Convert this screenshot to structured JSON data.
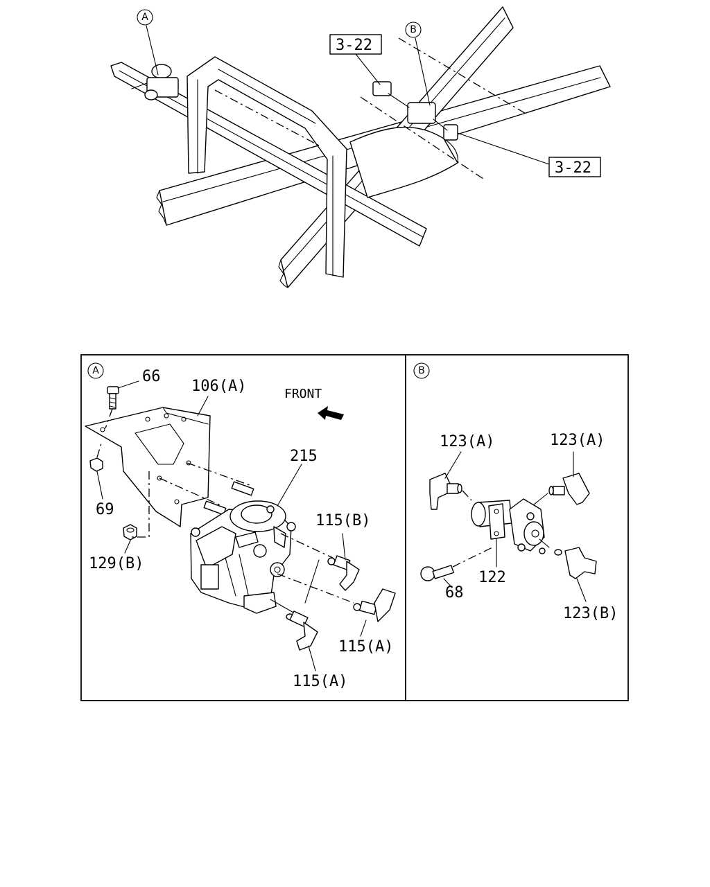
{
  "overview": {
    "callout_a": "A",
    "callout_b": "B",
    "ref_top": "3-22",
    "ref_right": "3-22"
  },
  "detail_a": {
    "tag": "A",
    "front": "FRONT",
    "labels": {
      "p66": "66",
      "p106a": "106(A)",
      "p69": "69",
      "p129b": "129(B)",
      "p215": "215",
      "p115b": "115(B)",
      "p115a_1": "115(A)",
      "p115a_2": "115(A)"
    }
  },
  "detail_b": {
    "tag": "B",
    "labels": {
      "p123a_1": "123(A)",
      "p123a_2": "123(A)",
      "p122": "122",
      "p68": "68",
      "p123b": "123(B)"
    }
  }
}
